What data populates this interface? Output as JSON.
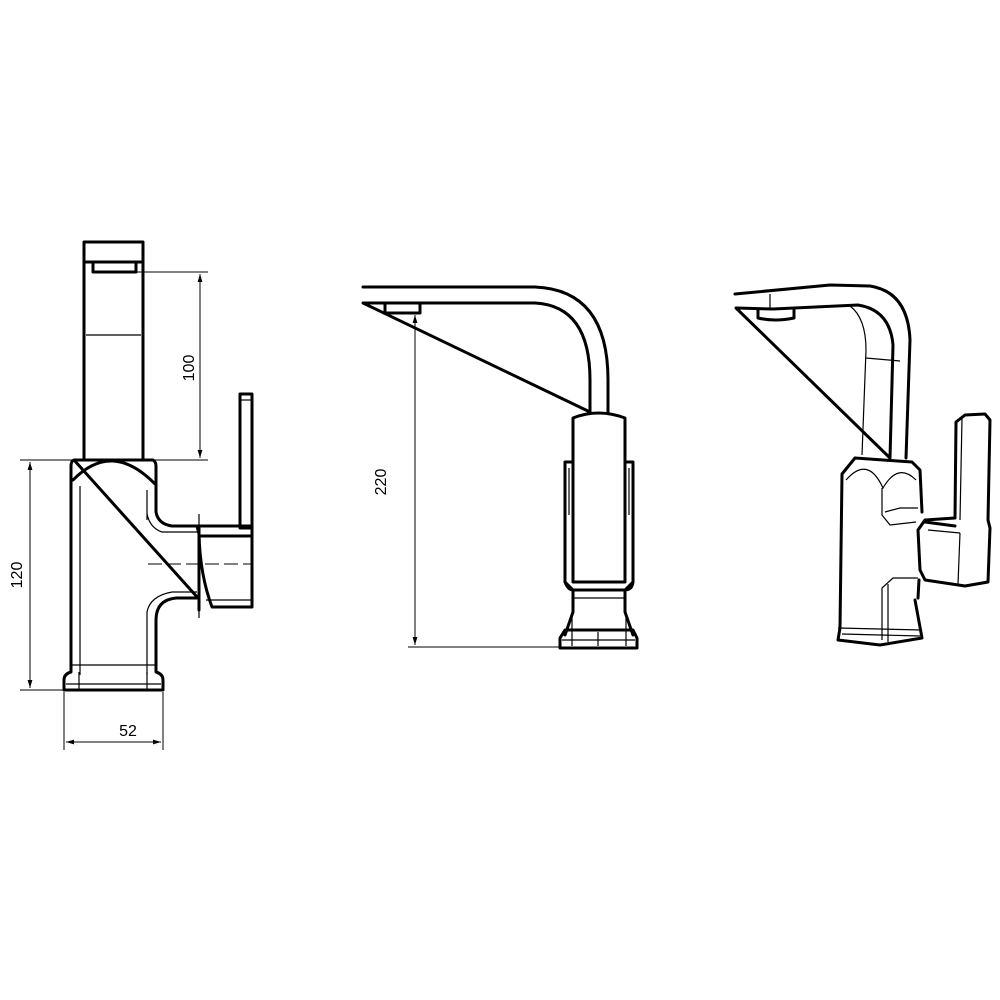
{
  "drawing": {
    "views": [
      "side-view",
      "front-view",
      "perspective-view"
    ],
    "dimensions": {
      "spout_height": "100",
      "body_height": "120",
      "base_width": "52",
      "outlet_height": "220"
    },
    "colors": {
      "line": "#000000",
      "background": "#ffffff"
    }
  }
}
